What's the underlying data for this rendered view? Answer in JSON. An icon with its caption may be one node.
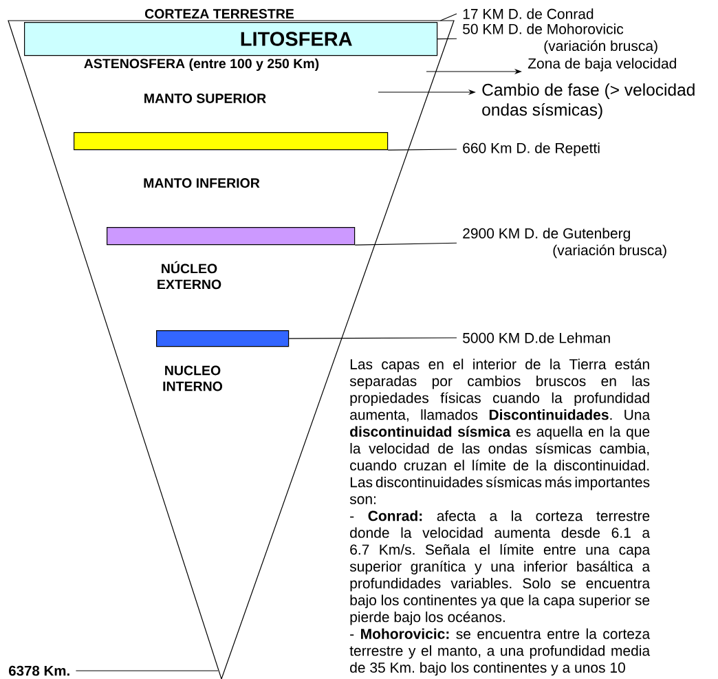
{
  "diagram": {
    "nodes": [
      {
        "text": [],
        "shape": "triangle"
      },
      {
        "text": [
          "LITOSFERA"
        ],
        "in": 0
      },
      {
        "text": [],
        "shape": "bar",
        "in": 0
      },
      {
        "text": [],
        "shape": "bar",
        "in": 0
      },
      {
        "text": [],
        "shape": "bar",
        "in": 0
      },
      {
        "text": [
          "17 KM D. de Conrad"
        ]
      },
      {
        "text": [
          "50 KM D. de Mohorovicic (variación brusca)"
        ]
      },
      {
        "text": [
          "Zona de baja velocidad"
        ]
      },
      {
        "text": [
          "Cambio de fase (> velocidad ondas sísmicas)"
        ]
      },
      {
        "text": [
          "660 Km D. de Repetti"
        ]
      },
      {
        "text": [
          "2900 KM D. de Gutenberg (variación brusca)"
        ]
      },
      {
        "text": [
          "5000 KM D.de Lehman"
        ]
      },
      {
        "text": [
          "6378 Km."
        ]
      }
    ],
    "edges": [
      {
        "from": 0,
        "to": 5,
        "arrow": "none"
      },
      {
        "from": 1,
        "to": 6,
        "arrow": "none"
      },
      {
        "from": null,
        "to": 7,
        "arrow": "to"
      },
      {
        "from": null,
        "to": 8,
        "arrow": "to"
      },
      {
        "from": 2,
        "to": 9,
        "arrow": "none"
      },
      {
        "from": 3,
        "to": 10,
        "arrow": "none"
      },
      {
        "from": 4,
        "to": 11,
        "arrow": "none"
      },
      {
        "from": 12,
        "to": 0,
        "arrow": "none"
      }
    ],
    "labels": [
      "CORTEZA TERRESTRE",
      "ASTENOSFERA (entre 100 y 250 Km)",
      "MANTO SUPERIOR",
      "MANTO INFERIOR",
      "NÚCLEO EXTERNO",
      "NUCLEO INTERNO",
      "Las capas en el interior de la Tierra están separadas por cambios bruscos en las propiedades físicas cuando la profundidad aumenta, llamados **Discontinuidades**. Una **discontinuidad sísmica** es aquella en la que la velocidad de las ondas sísmicas cambia, cuando cruzan el límite de la discontinuidad. Las discontinuidades sísmicas más importantes son:",
      "- **Conrad:** afecta a la corteza terrestre donde la velocidad aumenta desde 6.1 a 6.7 Km/s. Señala el límite entre una capa superior granítica y una inferior basáltica a profundidades variables. Solo se encuentra bajo los continentes ya que la capa superior se pierde bajo los océanos.",
      "- **Mohorovicic:** se encuentra entre la corteza terrestre y el manto, a una profundidad media de 35 Km. bajo los continentes y a unos 10"
    ]
  }
}
